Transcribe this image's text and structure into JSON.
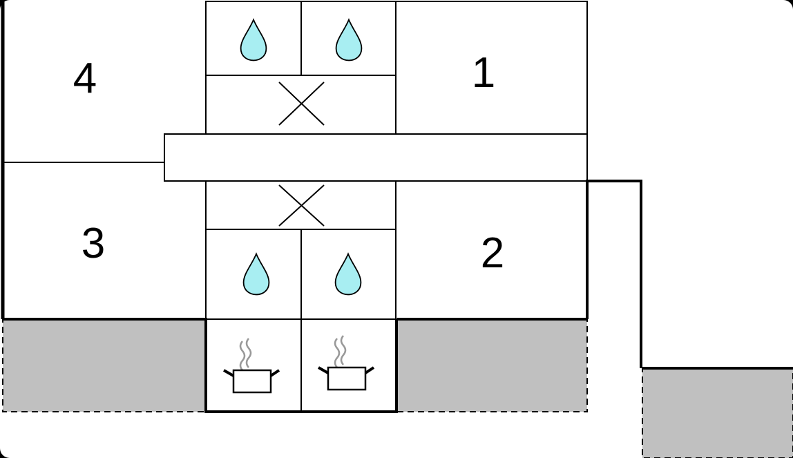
{
  "colors": {
    "frame": "#000000",
    "room_fill": "#ffffff",
    "shaded_area": "#c0c0c0",
    "water_drop": "#a8eef2",
    "outline": "#000000"
  },
  "rooms": [
    {
      "id": "room-1",
      "label": "1"
    },
    {
      "id": "room-2",
      "label": "2"
    },
    {
      "id": "room-3",
      "label": "3"
    },
    {
      "id": "room-4",
      "label": "4"
    }
  ],
  "icons": {
    "water_drop": "water-drop-icon",
    "cross": "cross-mark-icon",
    "cooking_pot": "cooking-pot-icon"
  }
}
